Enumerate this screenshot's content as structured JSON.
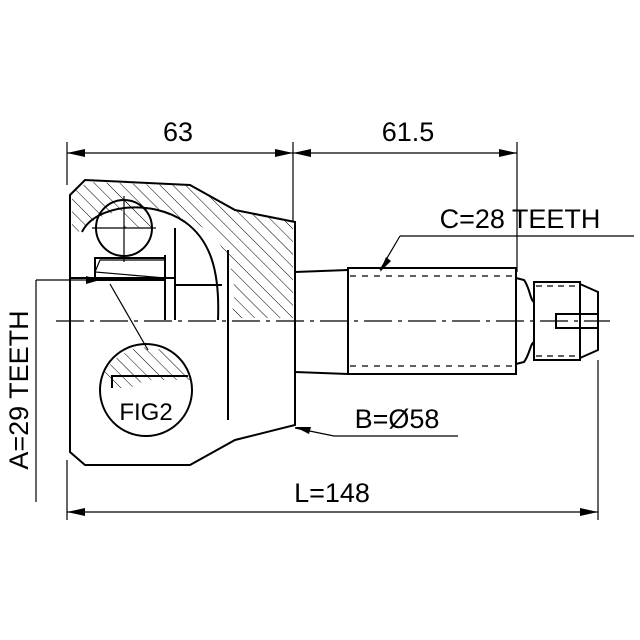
{
  "drawing": {
    "dimensions": {
      "dim_top_left": "63",
      "dim_top_right": "61.5",
      "overall_length": "L=148"
    },
    "callouts": {
      "spline_c": "C=28 TEETH",
      "diameter_b": "B=Ø58",
      "spline_a": "A=29 TEETH",
      "detail": "FIG2"
    },
    "colors": {
      "line": "#000000",
      "background": "#ffffff"
    }
  }
}
